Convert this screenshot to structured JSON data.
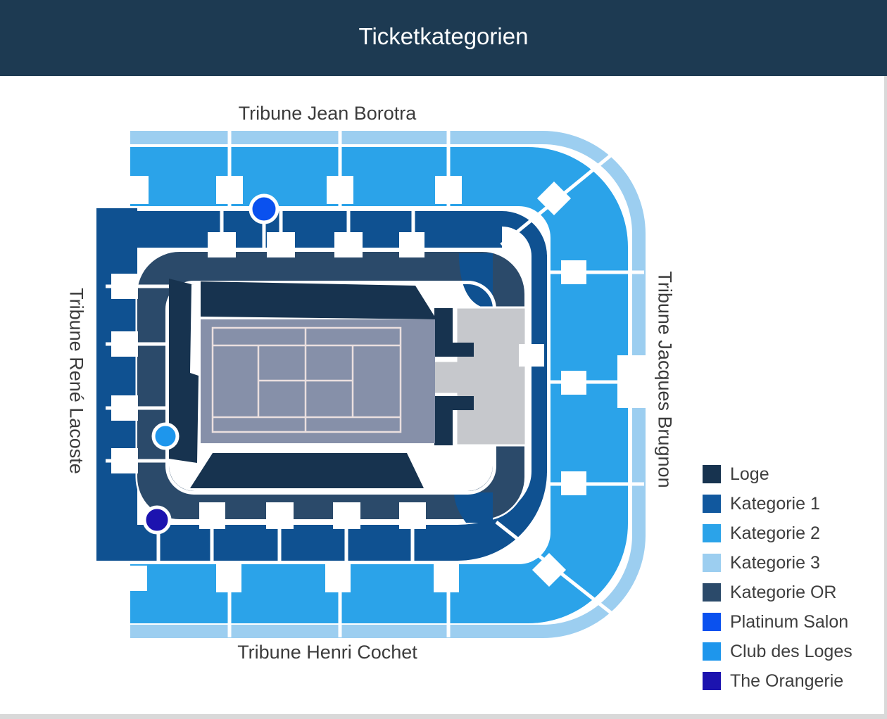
{
  "header": {
    "title": "Ticketkategorien",
    "background": "#1D3A52",
    "text_color": "#FFFFFF"
  },
  "map": {
    "tribunes": {
      "top": "Tribune Jean Borotra",
      "right": "Tribune Jacques Brugnon",
      "bottom": "Tribune Henri Cochet",
      "left": "Tribune René Lacoste"
    },
    "label_color": "#3C3C3C"
  },
  "colors": {
    "kat1": "#0F5191",
    "kat2": "#2BA3E9",
    "kat3": "#9CCEF0",
    "or_ring": "#2B4A6A",
    "loge": "#17334F",
    "court": "#8690A9",
    "court_lines": "#EADFDF",
    "plaza": "#C6C8CC",
    "white": "#FFFFFF"
  },
  "legend": {
    "items": [
      {
        "label": "Loge",
        "color": "#17334F"
      },
      {
        "label": "Kategorie 1",
        "color": "#11589E"
      },
      {
        "label": "Kategorie 2",
        "color": "#2BA3E9"
      },
      {
        "label": "Kategorie 3",
        "color": "#9CCEF0"
      },
      {
        "label": "Kategorie OR",
        "color": "#2B4A6A"
      },
      {
        "label": "Platinum Salon",
        "color": "#0A51EF"
      },
      {
        "label": "Club des Loges",
        "color": "#1E96EC"
      },
      {
        "label": "The Orangerie",
        "color": "#1C13AF"
      }
    ]
  }
}
